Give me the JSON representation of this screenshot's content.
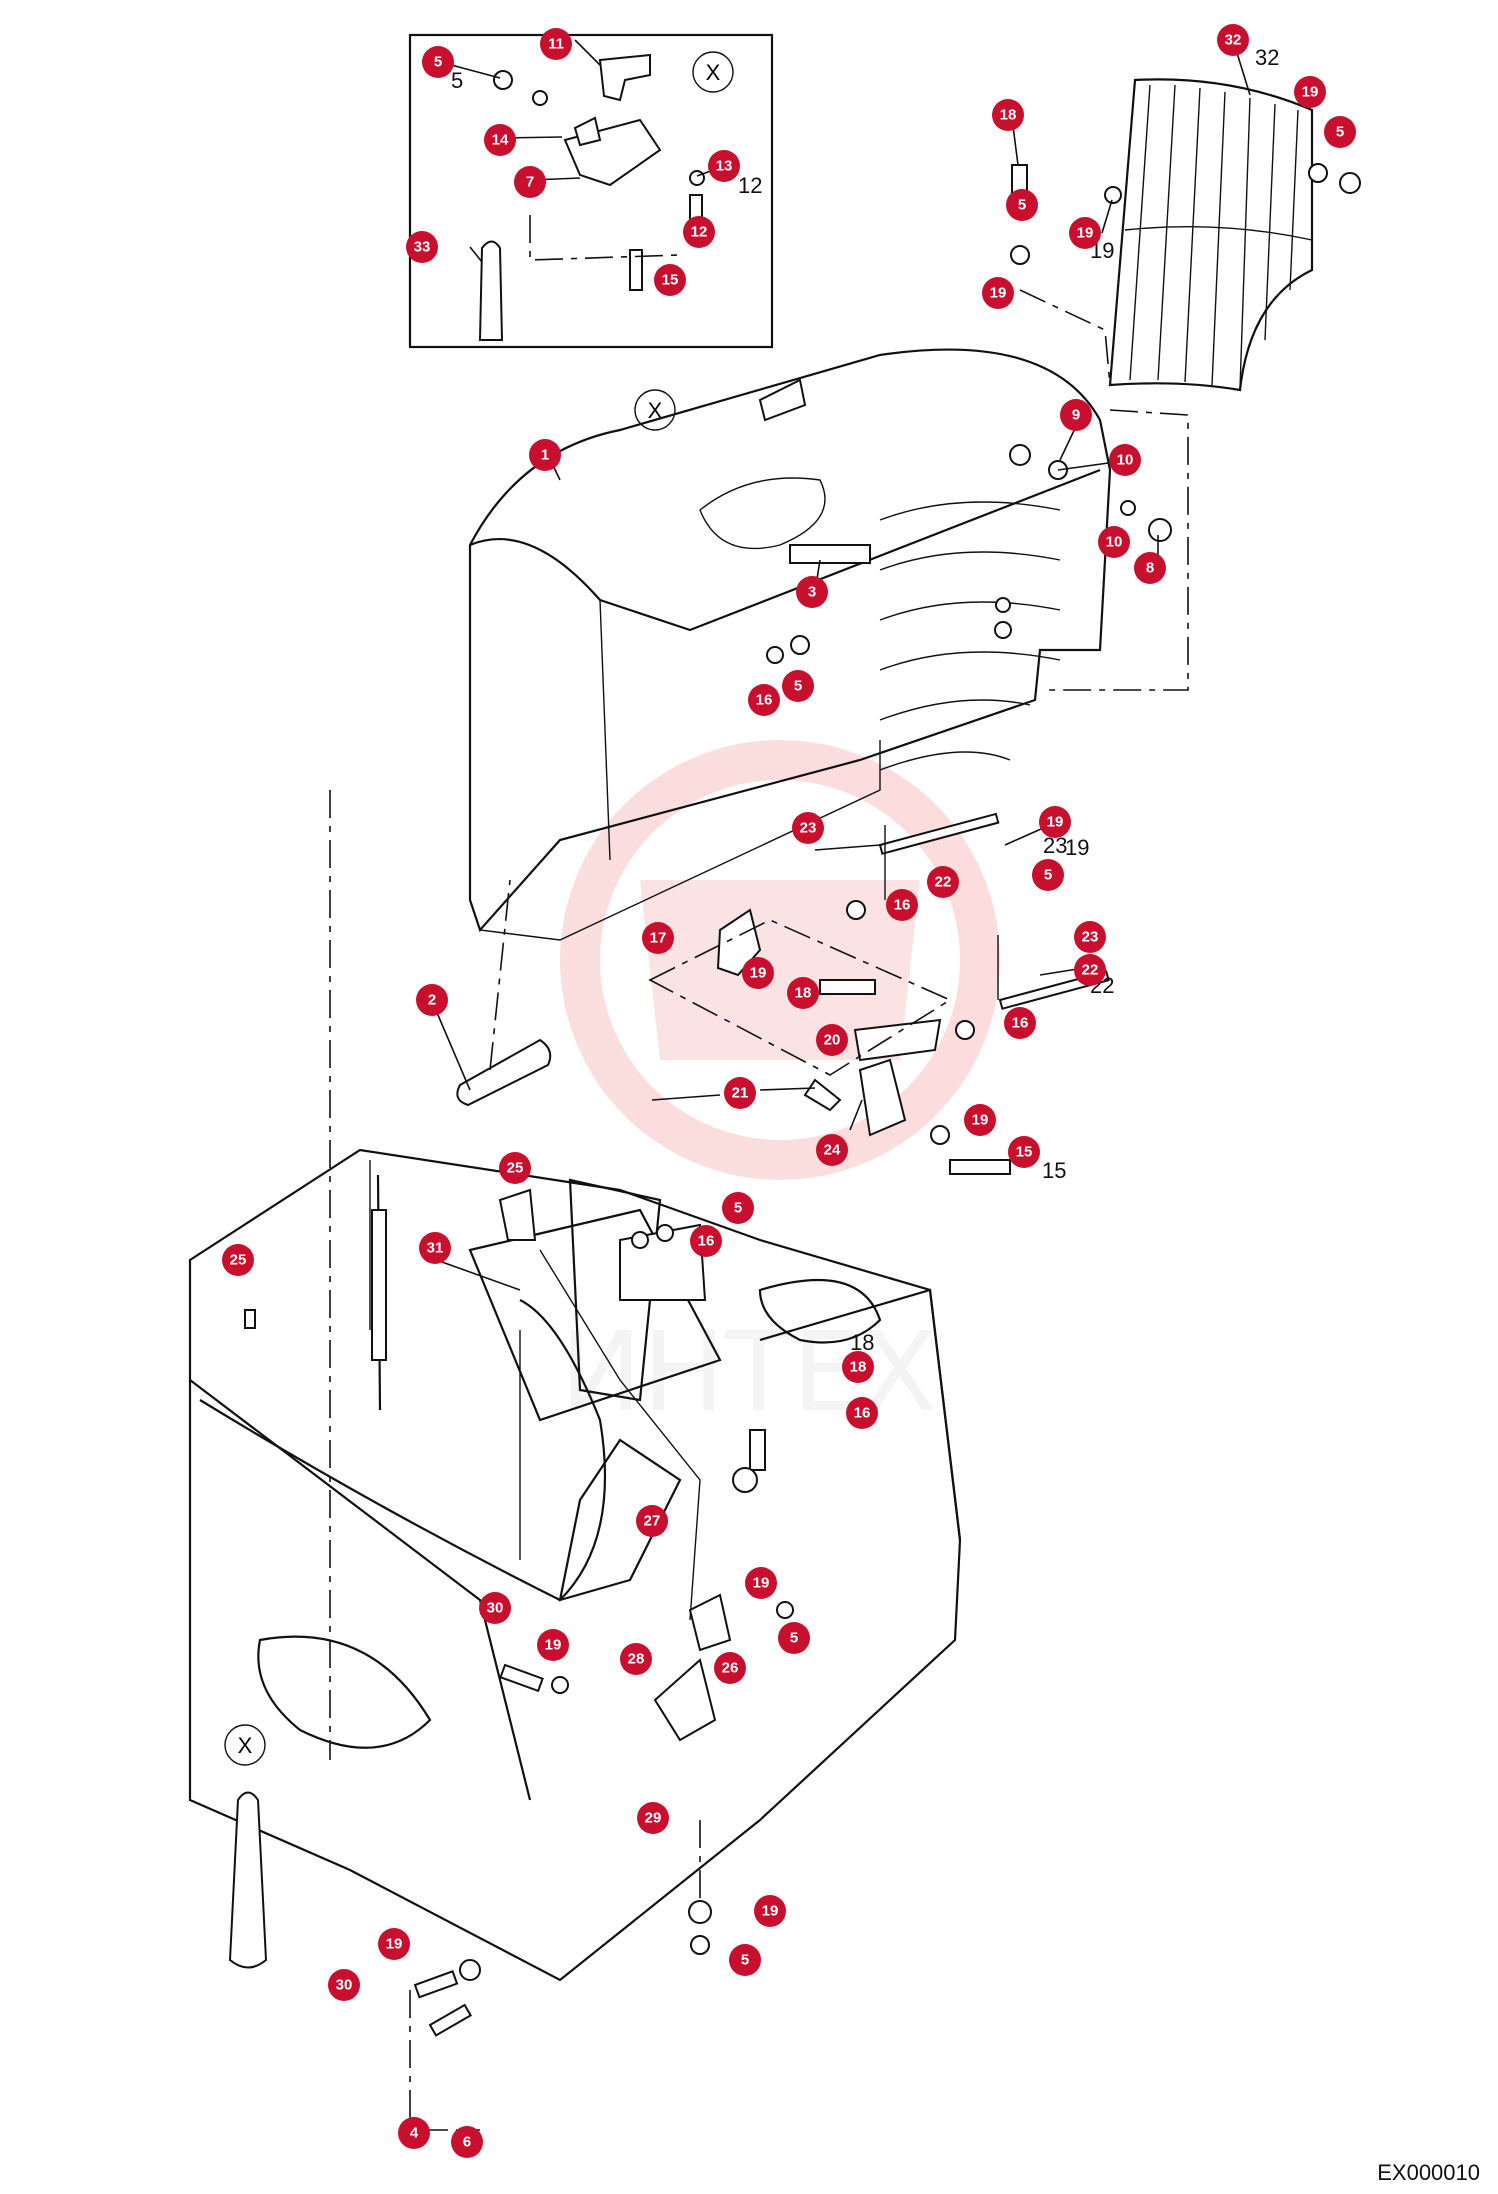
{
  "drawing_code": "EX000010",
  "view_marker": "X",
  "watermark_text": "ИНТЕХ",
  "accent_color": "#c8102e",
  "callouts": [
    {
      "n": "11"
    },
    {
      "n": "5"
    },
    {
      "n": "14"
    },
    {
      "n": "7"
    },
    {
      "n": "13"
    },
    {
      "n": "12"
    },
    {
      "n": "33"
    },
    {
      "n": "15"
    },
    {
      "n": "32"
    },
    {
      "n": "19"
    },
    {
      "n": "5"
    },
    {
      "n": "18"
    },
    {
      "n": "5"
    },
    {
      "n": "19"
    },
    {
      "n": "19"
    },
    {
      "n": "9"
    },
    {
      "n": "10"
    },
    {
      "n": "10"
    },
    {
      "n": "8"
    },
    {
      "n": "1"
    },
    {
      "n": "3"
    },
    {
      "n": "5"
    },
    {
      "n": "16"
    },
    {
      "n": "23"
    },
    {
      "n": "19"
    },
    {
      "n": "22"
    },
    {
      "n": "5"
    },
    {
      "n": "16"
    },
    {
      "n": "17"
    },
    {
      "n": "19"
    },
    {
      "n": "23"
    },
    {
      "n": "22"
    },
    {
      "n": "18"
    },
    {
      "n": "16"
    },
    {
      "n": "2"
    },
    {
      "n": "20"
    },
    {
      "n": "21"
    },
    {
      "n": "19"
    },
    {
      "n": "24"
    },
    {
      "n": "15"
    },
    {
      "n": "25"
    },
    {
      "n": "5"
    },
    {
      "n": "16"
    },
    {
      "n": "25"
    },
    {
      "n": "31"
    },
    {
      "n": "18"
    },
    {
      "n": "16"
    },
    {
      "n": "27"
    },
    {
      "n": "19"
    },
    {
      "n": "30"
    },
    {
      "n": "19"
    },
    {
      "n": "5"
    },
    {
      "n": "28"
    },
    {
      "n": "26"
    },
    {
      "n": "29"
    },
    {
      "n": "19"
    },
    {
      "n": "5"
    },
    {
      "n": "19"
    },
    {
      "n": "30"
    },
    {
      "n": "4"
    },
    {
      "n": "6"
    }
  ]
}
